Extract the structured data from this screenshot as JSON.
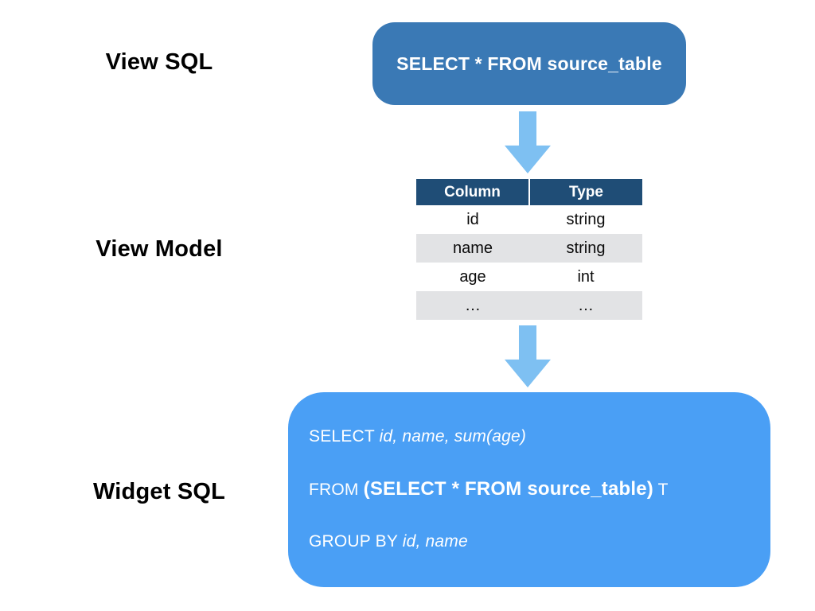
{
  "labels": {
    "view_sql": "View SQL",
    "view_model": "View Model",
    "widget_sql": "Widget SQL"
  },
  "view_sql_box": {
    "text": "SELECT * FROM source_table"
  },
  "view_model_table": {
    "headers": [
      "Column",
      "Type"
    ],
    "rows": [
      [
        "id",
        "string"
      ],
      [
        "name",
        "string"
      ],
      [
        "age",
        "int"
      ],
      [
        "…",
        "…"
      ]
    ]
  },
  "widget_sql_box": {
    "line1": {
      "keyword": "SELECT ",
      "italic": "id, name, sum(age)"
    },
    "line2": {
      "prefix": "FROM ",
      "bold": "(SELECT * FROM source_table)",
      "suffix": " T"
    },
    "line3": {
      "keyword": "GROUP BY ",
      "italic": "id, name"
    }
  },
  "colors": {
    "view_sql_box": "#3A79B5",
    "table_header": "#1F4D76",
    "table_stripe": "#E2E3E5",
    "arrow": "#7EC0F2",
    "widget_sql_box": "#4A9FF5"
  }
}
